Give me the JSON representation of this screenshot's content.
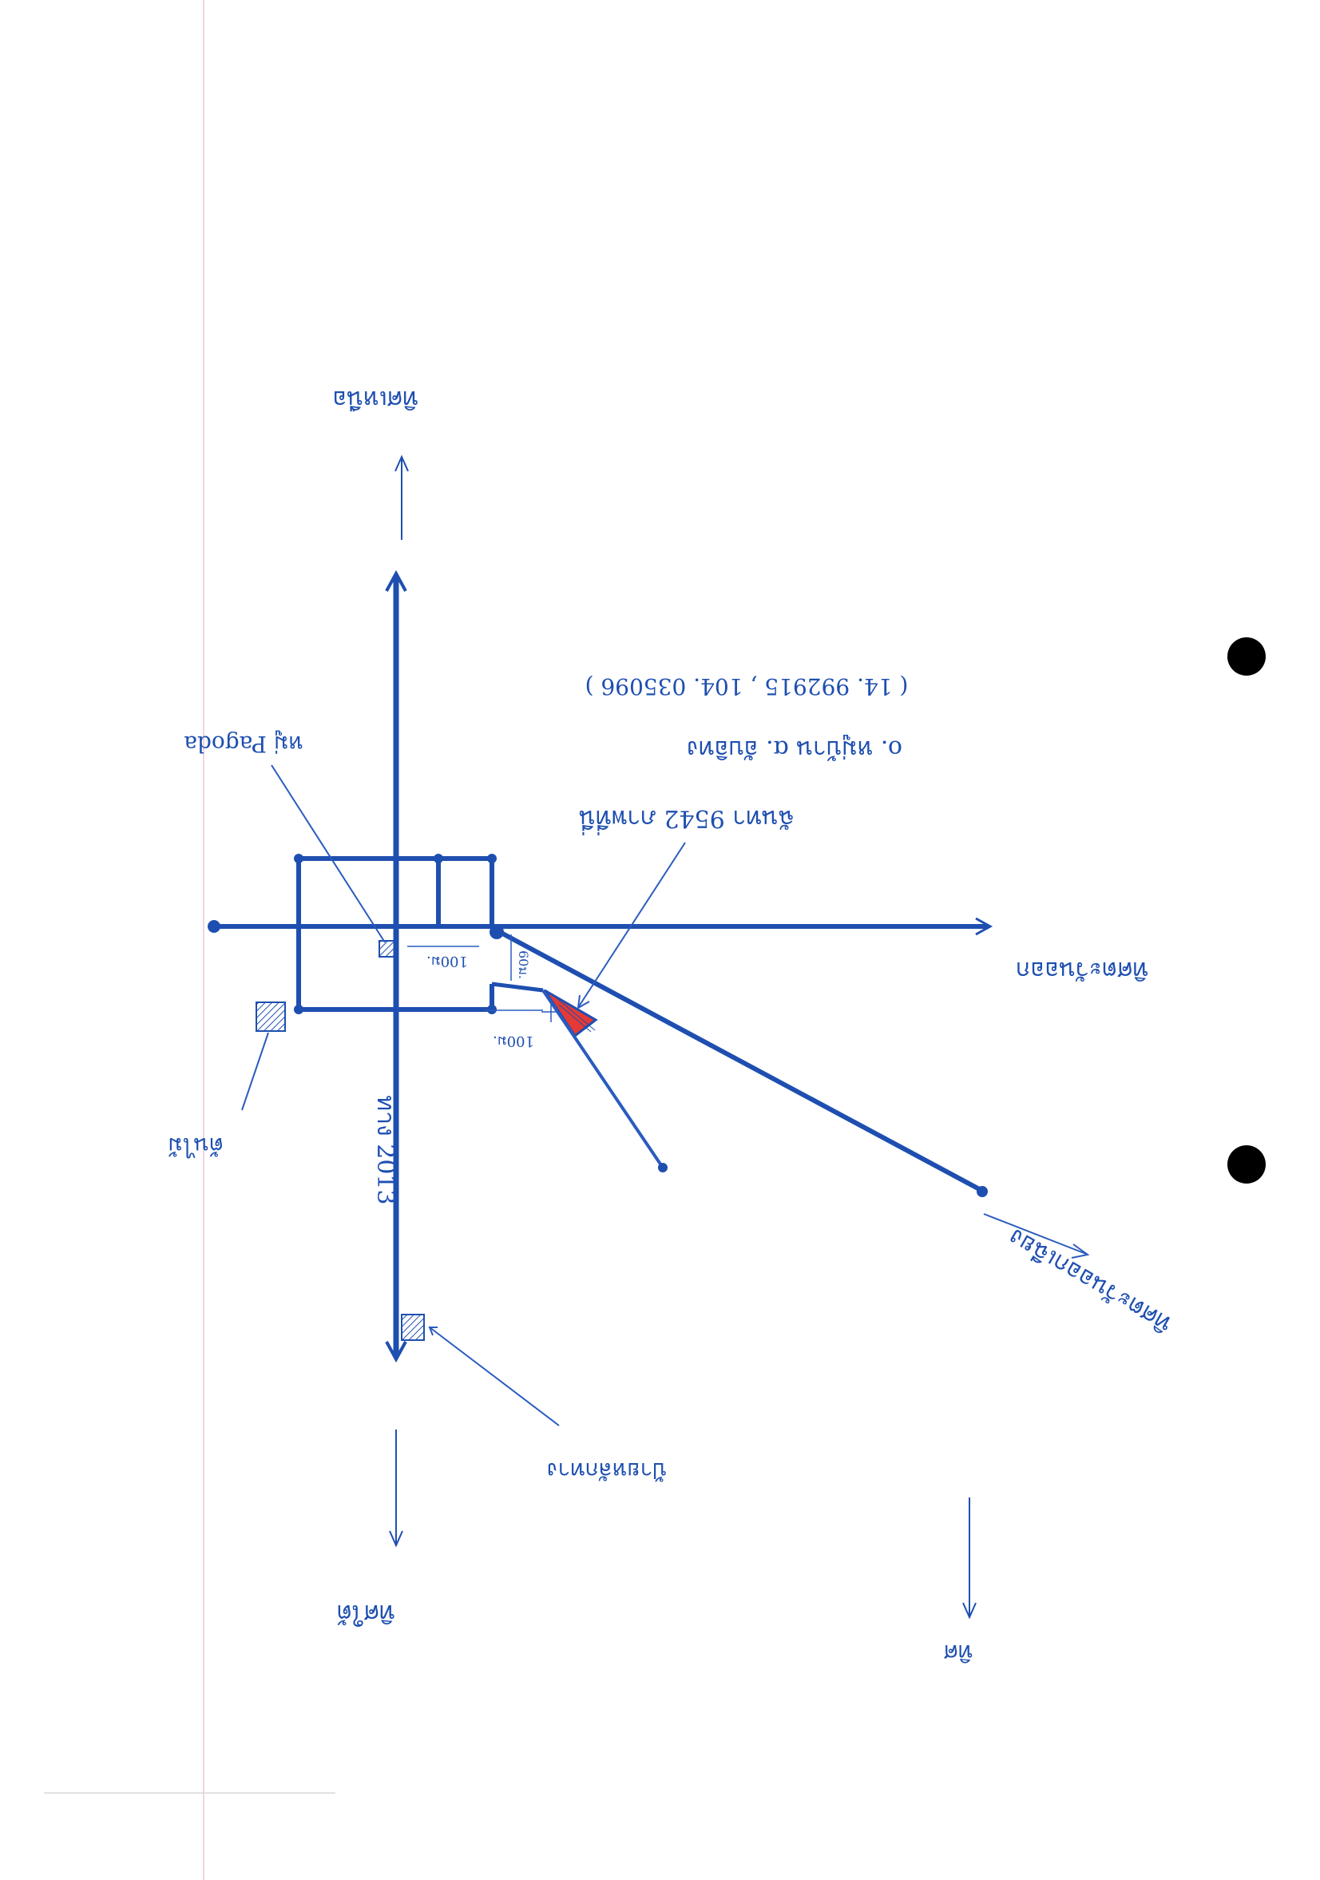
{
  "labels": {
    "coords": "( 14. 992915 , 104. 035096 )",
    "village": "o. หมู่บ้าน ɑ. อับอิทง",
    "plot_owner": "ฉันทา 9542 ภาพที่นี่",
    "landmark_top_left": "หมู่ Pagoda",
    "road_label": "ทาง 2013",
    "north_dir": "ทิศเหนือ",
    "south_dir": "ทิศใต้",
    "east_dir": "ทิศตะวันออก",
    "southeast_dir": "ทิศตะวันออกเฉียง",
    "south_left_marker": "ต้นไม้",
    "bottom_marker": "ป้ายหลักทาง",
    "arrow_bottom_right": "ทิศ",
    "dim_100_upper": "100ม.",
    "dim_100_lower": "100ม.",
    "dim_60": "60ม."
  },
  "colors": {
    "ink": "#1e4fb0",
    "thin_ink": "#2a5bbf",
    "parcel_fill": "#e53935",
    "punch_hole": "#000000"
  }
}
